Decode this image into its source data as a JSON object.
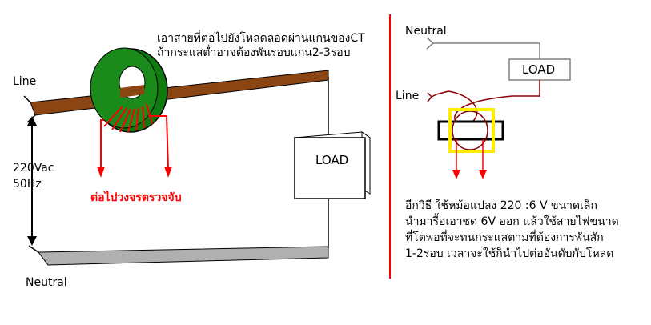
{
  "left_diagram": {
    "label_line": "Line",
    "label_voltage": "220Vac",
    "label_freq": "50Hz",
    "label_neutral": "Neutral",
    "instruction_line1": "เอาสายที่ต่อไปยังโหลดลอดผ่านแกนของCT",
    "instruction_line2": "ถ้ากระแสต่ำอาจต้องพันรอบแกน2-3รอบ",
    "to_circuit_label": "ต่อไปวงจรตรวจจับ",
    "load_label": "LOAD"
  },
  "right_diagram": {
    "label_neutral": "Neutral",
    "label_line": "Line",
    "load_label": "LOAD",
    "note_lines": [
      "อีกวิธี ใช้หม้อแปลง 220 :6 V ขนาดเล็ก",
      "นำมารื้อเอาชด 6V ออก แล้วใช้สายไฟขนาด",
      "ที่โตพอที่จะทนกระแสตามที่ต้องการพันสัก",
      "1-2รอบ เวลาจะใช้ก็นำไปต่ออันดับกับโหลด"
    ]
  },
  "colors": {
    "wire_brown": "#8b4513",
    "ct_green": "#1a8a1a",
    "red": "#ff0000",
    "gray_wire": "#a0a0a0",
    "core_yellow": "#ffee00",
    "dark_red_wire": "#8b0000"
  }
}
